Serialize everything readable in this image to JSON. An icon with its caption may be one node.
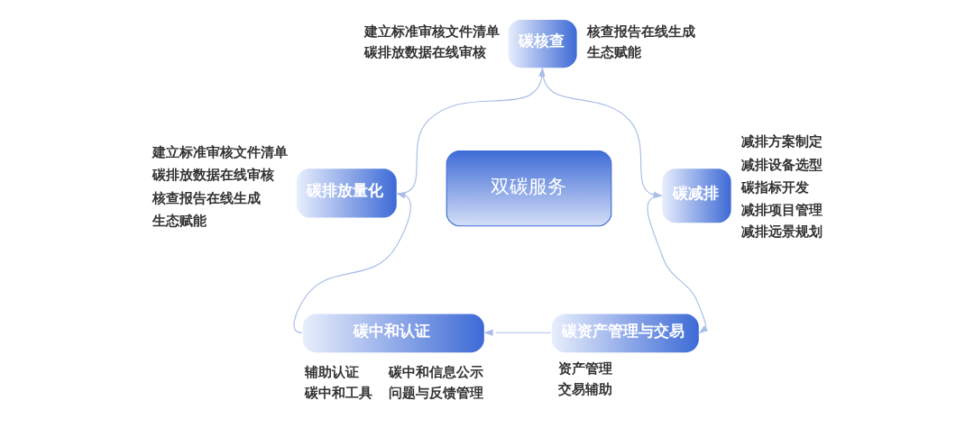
{
  "diagram": {
    "nodes": [
      {
        "text": [
          "碳核查"
        ],
        "beside": [
          "建立标准审核文件清单",
          "碳排放数据在线审核",
          "核查报告在线生成",
          "生态赋能"
        ]
      },
      {
        "text": [
          "碳排放量化"
        ],
        "beside": [
          "建立标准审核文件清单",
          "碳排放数据在线审核",
          "核查报告在线生成",
          "生态赋能"
        ]
      },
      {
        "text": [
          "碳减排"
        ],
        "beside": [
          "减排方案制定",
          "减排设备选型",
          "碳指标开发",
          "减排项目管理",
          "减排远景规划"
        ]
      },
      {
        "text": [
          "双碳服务"
        ]
      },
      {
        "text": [
          "碳中和认证"
        ],
        "beside": [
          "辅助认证",
          "碳中和工具",
          "碳中和信息公示",
          "问题与反馈管理"
        ]
      },
      {
        "text": [
          "碳资产管理与交易"
        ],
        "beside": [
          "资产管理",
          "交易辅助"
        ]
      }
    ],
    "edges": [
      {
        "from": 0,
        "to": 2,
        "arrow": "to"
      },
      {
        "from": 2,
        "to": 5,
        "arrow": "to"
      },
      {
        "from": 5,
        "to": 4,
        "arrow": "to"
      },
      {
        "from": 4,
        "to": 1,
        "arrow": "to"
      },
      {
        "from": 1,
        "to": 0,
        "arrow": "to"
      }
    ]
  }
}
